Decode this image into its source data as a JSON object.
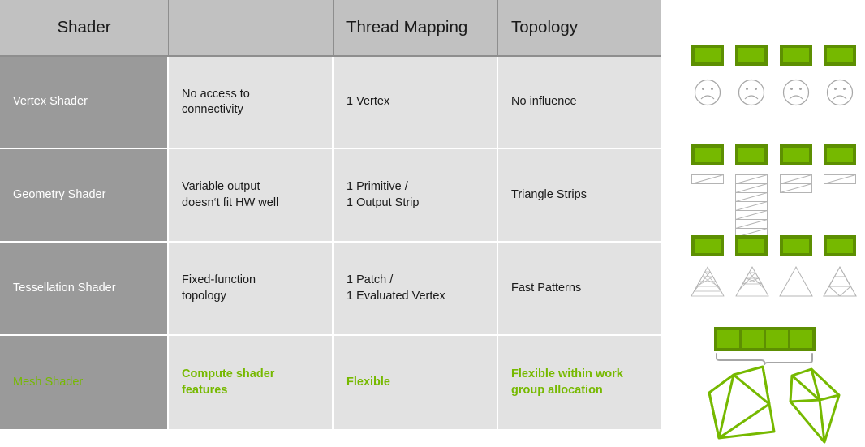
{
  "slide": {
    "accent_green": "#76b900",
    "accent_green_dark": "#5d8f02",
    "header_gray": "#c1c1c1",
    "name_col_gray": "#9a9a9a",
    "cell_gray": "#e2e2e2",
    "line_gray": "#a6a6a6"
  },
  "table": {
    "headers": {
      "shader": "Shader",
      "limitation": "",
      "thread_mapping": "Thread Mapping",
      "topology": "Topology"
    },
    "rows": [
      {
        "name": "Vertex Shader",
        "limitation_lines": [
          "No access to",
          "connectivity"
        ],
        "thread_mapping_lines": [
          "1 Vertex"
        ],
        "topology_lines": [
          "No influence"
        ],
        "highlight": false
      },
      {
        "name": "Geometry Shader",
        "limitation_lines": [
          "Variable output",
          "doesn‘t fit HW well"
        ],
        "thread_mapping_lines": [
          "1 Primitive /",
          "1 Output Strip"
        ],
        "topology_lines": [
          "Triangle Strips"
        ],
        "highlight": false
      },
      {
        "name": "Tessellation Shader",
        "limitation_lines": [
          "Fixed-function",
          "topology"
        ],
        "thread_mapping_lines": [
          "1 Patch /",
          "1 Evaluated Vertex"
        ],
        "topology_lines": [
          "Fast Patterns"
        ],
        "highlight": false
      },
      {
        "name": "Mesh Shader",
        "limitation_lines": [
          "Compute shader",
          "features"
        ],
        "thread_mapping_lines": [
          "Flexible"
        ],
        "topology_lines": [
          "Flexible within work",
          "group allocation"
        ],
        "highlight": true
      }
    ]
  },
  "illustrations": {
    "vertex": {
      "caption": "four independent threads each producing one vertex",
      "thread_count": 4,
      "face_icon": "sad-face-icon",
      "faces": 4
    },
    "geometry": {
      "caption": "four threads emitting triangle strips of uneven length",
      "thread_count": 4,
      "strip_segments": [
        1,
        7,
        2,
        1
      ]
    },
    "tessellation": {
      "caption": "four patches tessellated to fixed subdivision patterns",
      "thread_count": 4,
      "subdivision_levels": [
        6,
        5,
        1,
        3
      ]
    },
    "mesh": {
      "caption": "one work group of four threads cooperating on an arbitrary mesh",
      "thread_count": 4,
      "brace_icon": "curly-brace-icon",
      "mesh_icon": "wireframe-mesh-icon",
      "mesh_count": 2
    }
  }
}
